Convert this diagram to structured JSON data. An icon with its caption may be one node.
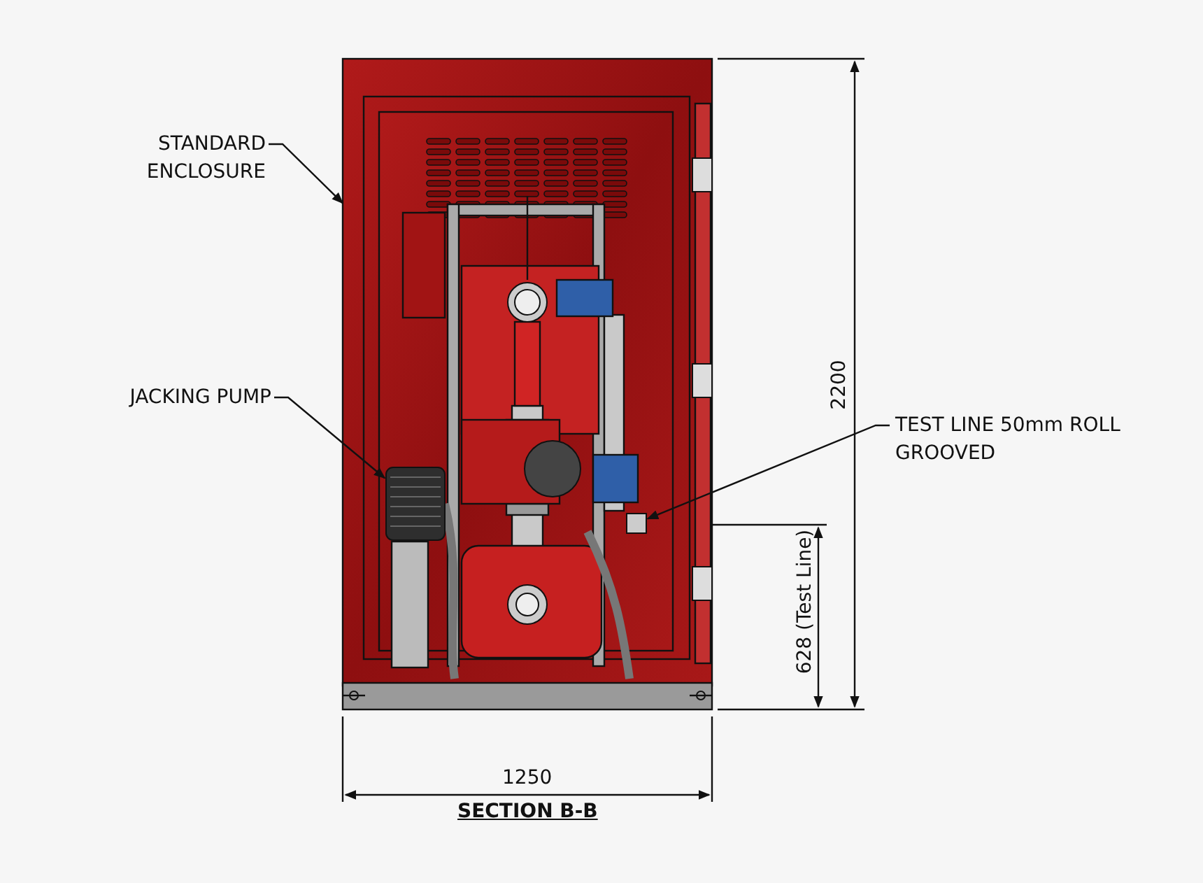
{
  "diagram": {
    "caption": "SECTION B-B",
    "nodes": [
      {
        "text": [
          "STANDARD ENCLOSURE"
        ]
      },
      {
        "text": [],
        "shape": "box"
      },
      {
        "text": [
          "JACKING PUMP"
        ]
      },
      {
        "text": [],
        "shape": "picture",
        "in": 1
      },
      {
        "text": [
          "TEST LINE 50mm ROLL GROOVED"
        ]
      },
      {
        "text": [],
        "shape": "box",
        "in": 1
      }
    ],
    "edges": [
      {
        "from": 0,
        "to": 1,
        "arrow": "to"
      },
      {
        "from": 2,
        "to": 3,
        "arrow": "to"
      },
      {
        "from": 4,
        "to": 5,
        "arrow": "to"
      }
    ],
    "labels": [
      "2200",
      "628 (Test Line)",
      "1250"
    ]
  }
}
